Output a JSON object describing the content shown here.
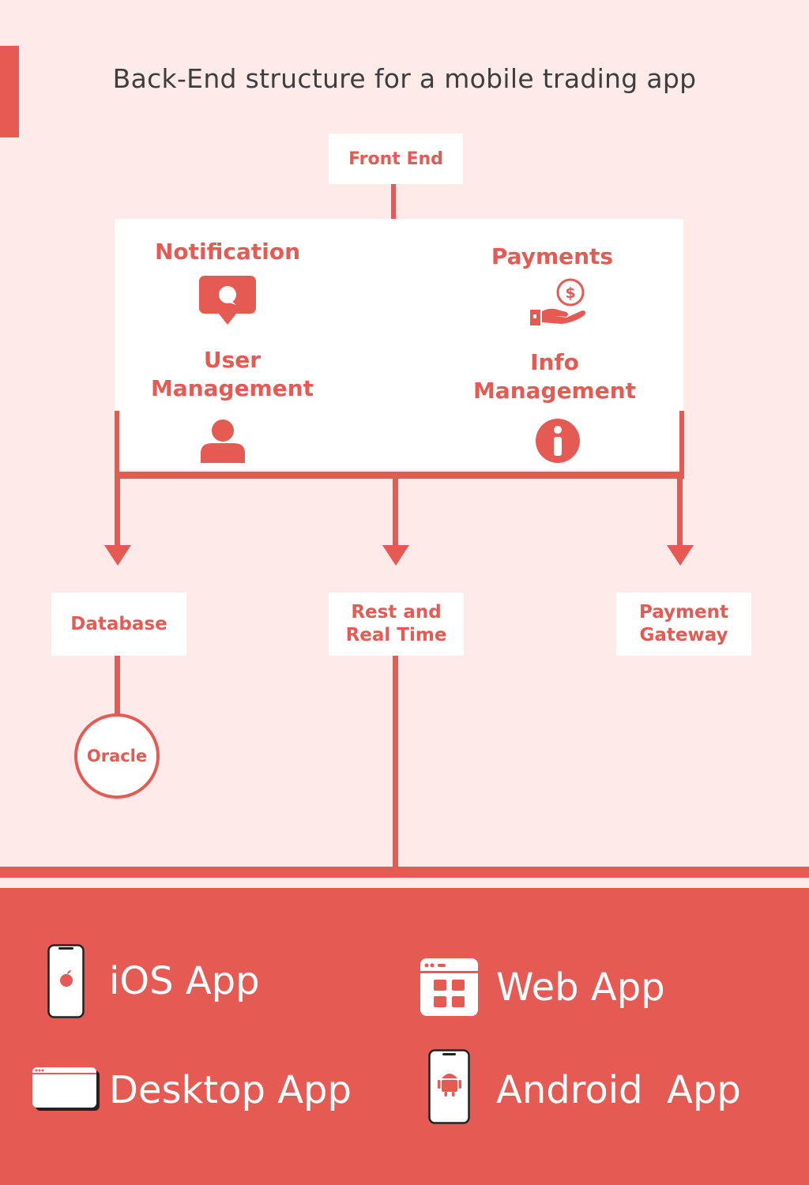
{
  "title": "Back-End structure for a mobile trading app",
  "front_end": "Front End",
  "panel": {
    "notification": "Notification",
    "payments": "Payments",
    "user_management_1": "User",
    "user_management_2": "Management",
    "info_management_1": "Info",
    "info_management_2": "Management"
  },
  "targets": {
    "database": "Database",
    "rest_1": "Rest and",
    "rest_2": "Real Time",
    "gateway_1": "Payment",
    "gateway_2": "Gateway"
  },
  "oracle": "Oracle",
  "apps": {
    "ios": "iOS App",
    "web": "Web App",
    "desktop": "Desktop App",
    "android": "Android  App"
  },
  "colors": {
    "accent": "#e65a54",
    "background": "#fdeae9",
    "box": "#ffffff",
    "title_text": "#3e3e3e"
  },
  "icons": [
    "chat-bubble-icon",
    "hand-coin-icon",
    "user-icon",
    "info-icon",
    "iphone-icon",
    "web-window-icon",
    "desktop-window-icon",
    "android-phone-icon"
  ]
}
